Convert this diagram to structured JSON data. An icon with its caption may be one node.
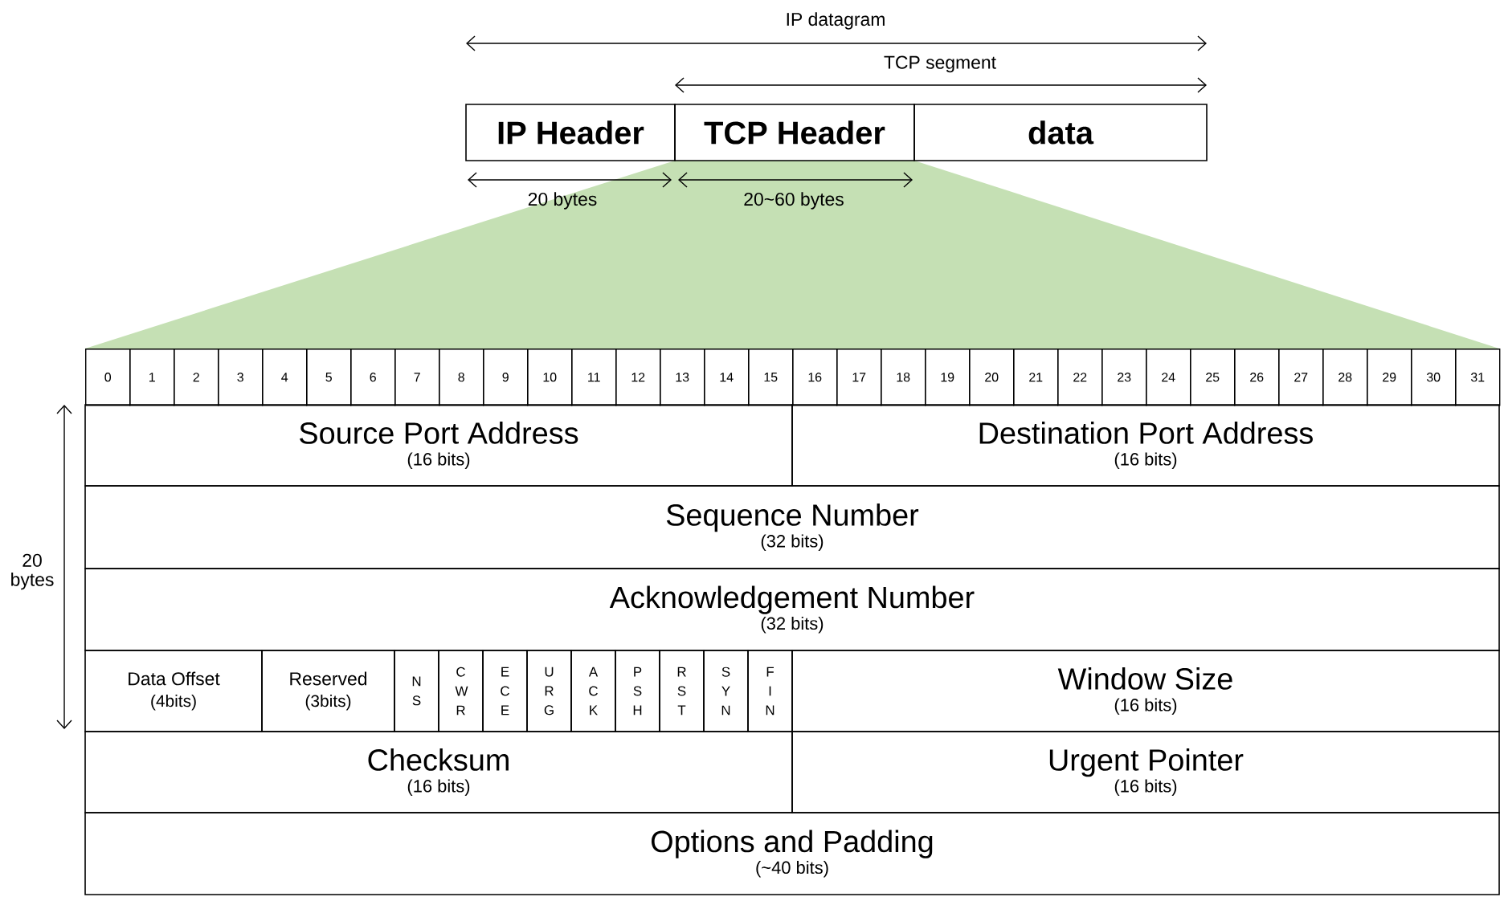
{
  "diagram": {
    "nodes": [
      {
        "text": [
          "IP Header"
        ]
      },
      {
        "text": [
          "TCP Header"
        ]
      },
      {
        "text": [
          "data"
        ]
      },
      {
        "text": [
          "Source Port Address",
          "(16 bits)"
        ]
      },
      {
        "text": [
          "Destination Port Address",
          "(16 bits)"
        ]
      },
      {
        "text": [
          "Sequence Number",
          "(32 bits)"
        ]
      },
      {
        "text": [
          "Acknowledgement Number",
          "(32 bits)"
        ]
      },
      {
        "text": [
          "Data Offset",
          "(4bits)"
        ]
      },
      {
        "text": [
          "Reserved",
          "(3bits)"
        ]
      },
      {
        "text": [
          "N S"
        ]
      },
      {
        "text": [
          "C W R"
        ]
      },
      {
        "text": [
          "E C E"
        ]
      },
      {
        "text": [
          "U R G"
        ]
      },
      {
        "text": [
          "A C K"
        ]
      },
      {
        "text": [
          "P S H"
        ]
      },
      {
        "text": [
          "R S T"
        ]
      },
      {
        "text": [
          "S Y N"
        ]
      },
      {
        "text": [
          "F I N"
        ]
      },
      {
        "text": [
          "Window Size",
          "(16 bits)"
        ]
      },
      {
        "text": [
          "Checksum",
          "(16 bits)"
        ]
      },
      {
        "text": [
          "Urgent Pointer",
          "(16 bits)"
        ]
      },
      {
        "text": [
          "Options and Padding",
          "(~40 bits)"
        ]
      }
    ],
    "labels": [
      "IP datagram",
      "TCP segment",
      "20 bytes",
      "20~60 bytes",
      "0",
      "1",
      "2",
      "3",
      "4",
      "5",
      "6",
      "7",
      "8",
      "9",
      "10",
      "11",
      "12",
      "13",
      "14",
      "15",
      "16",
      "17",
      "18",
      "19",
      "20",
      "21",
      "22",
      "23",
      "24",
      "25",
      "26",
      "27",
      "28",
      "29",
      "30",
      "31",
      "20 bytes"
    ]
  }
}
